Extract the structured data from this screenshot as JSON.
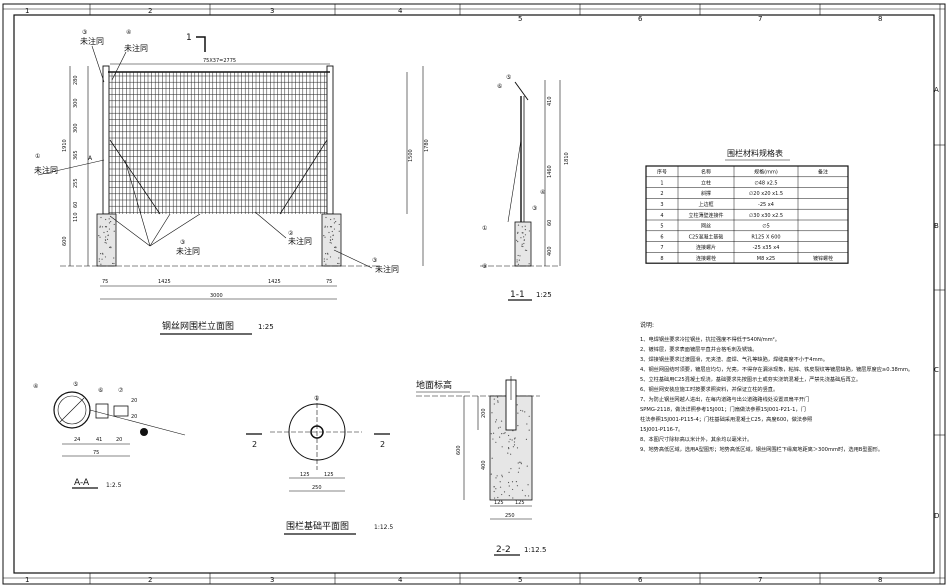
{
  "border": {
    "top_cols": [
      "1",
      "2",
      "3",
      "4",
      "5",
      "6",
      "7",
      "8"
    ],
    "bottom_cols": [
      "1",
      "2",
      "3",
      "4",
      "5",
      "6",
      "7",
      "8"
    ],
    "right_rows": [
      "A",
      "B",
      "C",
      "D"
    ]
  },
  "elevation": {
    "title": "钢丝网围栏立面图",
    "scale": "1:25",
    "section_mark": "1",
    "mesh_note": "75X37=2775",
    "labels": {
      "unmarked": "未注同"
    },
    "callouts": [
      "③",
      "④",
      "①",
      "③",
      "②",
      "③"
    ],
    "dims_left": [
      "280",
      "300",
      "300",
      "365",
      "255",
      "60",
      "110",
      "600"
    ],
    "dims_total": [
      "1910",
      "1500",
      "1780"
    ],
    "dims_bottom": [
      "75",
      "1425",
      "1425",
      "75",
      "3000"
    ],
    "marker_a": "A"
  },
  "section11": {
    "title": "1-1",
    "scale": "1:25",
    "dims": [
      "410",
      "1460",
      "60",
      "400",
      "1810"
    ],
    "callouts": [
      "⑥",
      "⑤",
      "④",
      "③",
      "①",
      "⑨"
    ]
  },
  "sectionAA": {
    "title": "A-A",
    "scale": "1:2.5",
    "dims": [
      "24",
      "41",
      "20",
      "75",
      "20",
      "20"
    ],
    "callouts": [
      "④",
      "⑤",
      "⑥",
      "⑦"
    ]
  },
  "foundation_plan": {
    "title": "围栏基础平面图",
    "scale": "1:12.5",
    "marks": [
      "2",
      "2"
    ],
    "dims": [
      "125",
      "125",
      "250"
    ],
    "callout": "①"
  },
  "section22": {
    "title": "2-2",
    "scale": "1:12.5",
    "ground_label": "地面标高",
    "dims": [
      "200",
      "600",
      "400",
      "125",
      "125",
      "250"
    ]
  },
  "spec_table": {
    "title": "围栏材料规格表",
    "headers": [
      "序号",
      "名称",
      "规格(mm)",
      "备注"
    ],
    "rows": [
      [
        "1",
        "立柱",
        "∅48 x2.5",
        ""
      ],
      [
        "2",
        "斜撑",
        "∅20 x20 x1.5",
        ""
      ],
      [
        "3",
        "上边框",
        "-25 x4",
        ""
      ],
      [
        "4",
        "立柱薄壁连接件",
        "∅30 x30 x2.5",
        ""
      ],
      [
        "5",
        "网丝",
        "∅5",
        ""
      ],
      [
        "6",
        "C25混凝土基础",
        "R125 X 600",
        ""
      ],
      [
        "7",
        "连接螺片",
        "-25 x35 x4",
        ""
      ],
      [
        "8",
        "连接螺栓",
        "M8 x25",
        "镀锌螺栓"
      ]
    ]
  },
  "notes": {
    "heading": "说明:",
    "items": [
      "1、电焊钢丝要求冷拉钢丝，抗拉强度不得低于540N/mm²。",
      "2、镀锌层，要求表面镀层平直并合格毛刺及锈蚀。",
      "3、焊接钢丝要求过渡圆滑，无夹渣、虚焊、气孔等缺陷，焊缝高度不小于4mm。",
      "4、钢丝网固结时须要，镀层应均匀，光亮，不得存在漏涂现象，粘锌、铁皮裂纹等镀层缺陷，镀层厚度应≥0.38mm。",
      "5、立柱基础用C25混凝土现浇，基础要求先按图示土或夯实浇筑混凝土，严禁先浇基础后再立。",
      "6、钢丝网安装应施工时按要求照资料，并保证立柱的竖直。",
      "7、为防止钢丝网越人进出，在每内道路与出公道路路线处设置双扇平开门",
      "SPMG-2118，做法详照参考15J001；门扇做法参照15J001-P21-1，门",
      "柱法参照15J001-P115-4；门柱基础采用混凝土C25，高度600，做法参照",
      "15J001-P116-7。",
      "8、本图尺寸除标高以米计外，其余均以毫米计。",
      "9、地势高低区域，选用A型图形；地势高低区域，钢丝网围栏下缘离地距离＞300mm时，选用B型图形。"
    ]
  }
}
